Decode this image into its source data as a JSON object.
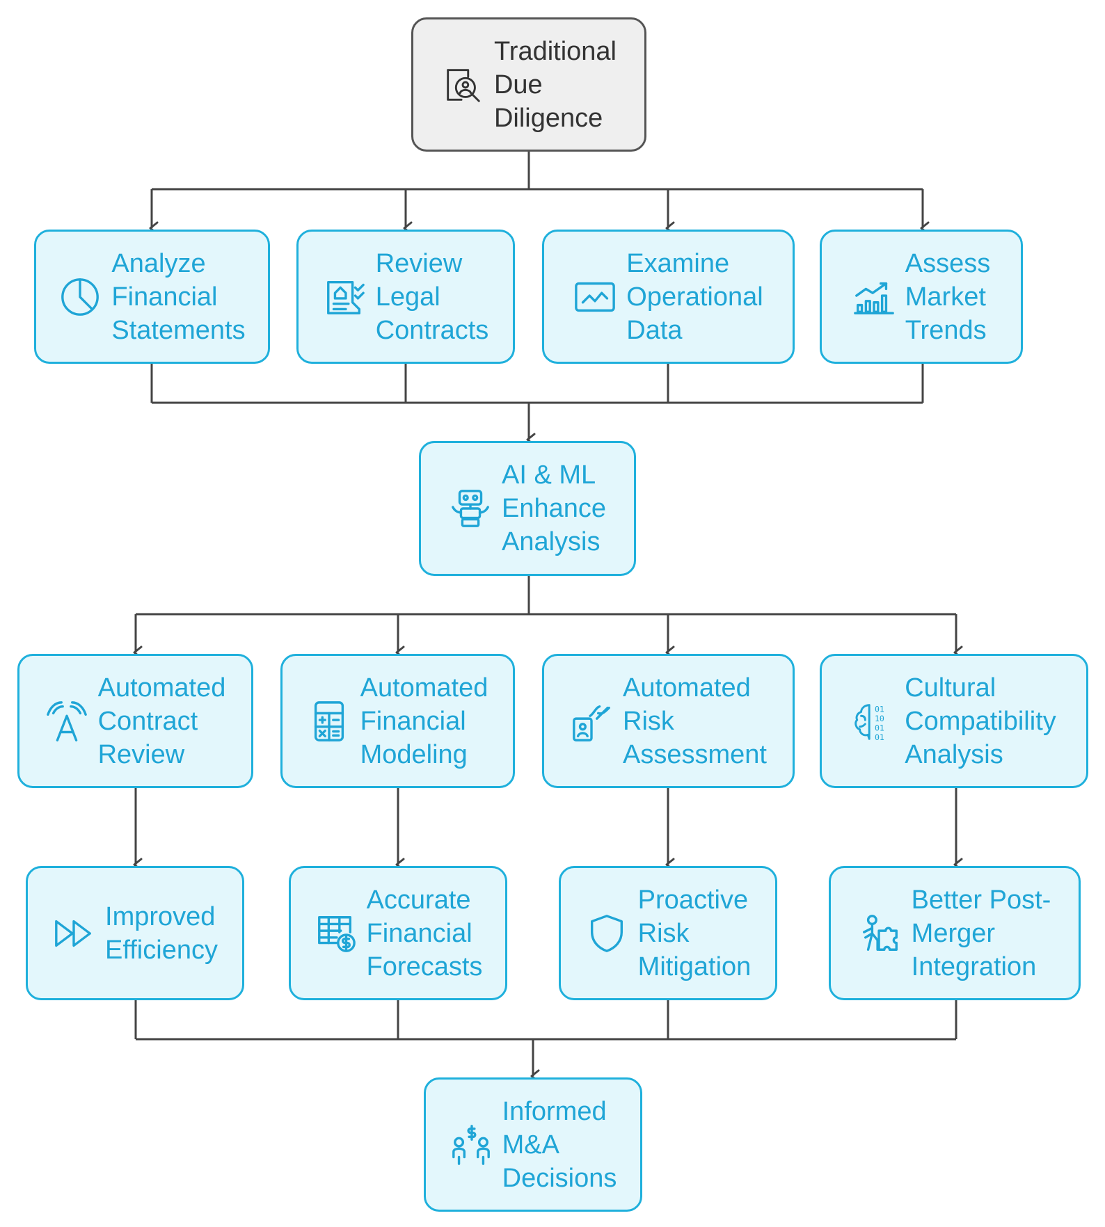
{
  "colors": {
    "accent": "#1fb0dc",
    "accent_text": "#1fa5d6",
    "node_fill": "#e3f7fc",
    "root_fill": "#efefef",
    "root_stroke": "#555555",
    "connector": "#444444"
  },
  "nodes": {
    "root": {
      "label": "Traditional\nDue\nDiligence",
      "icon": "magnifier-person-icon"
    },
    "analyze": {
      "label": "Analyze\nFinancial\nStatements",
      "icon": "pie-chart-icon"
    },
    "review": {
      "label": "Review\nLegal\nContracts",
      "icon": "contract-checklist-icon"
    },
    "examine": {
      "label": "Examine\nOperational\nData",
      "icon": "line-chart-icon"
    },
    "assess": {
      "label": "Assess\nMarket\nTrends",
      "icon": "bar-chart-trend-icon"
    },
    "ai": {
      "label": "AI & ML\nEnhance\nAnalysis",
      "icon": "robot-icon"
    },
    "auto_contract": {
      "label": "Automated\nContract\nReview",
      "icon": "signal-letter-icon"
    },
    "auto_fin": {
      "label": "Automated\nFinancial\nModeling",
      "icon": "calculator-icon"
    },
    "auto_risk": {
      "label": "Automated\nRisk\nAssessment",
      "icon": "id-card-signature-icon"
    },
    "cultural": {
      "label": "Cultural\nCompatibility\nAnalysis",
      "icon": "brain-binary-icon"
    },
    "efficiency": {
      "label": "Improved\nEfficiency",
      "icon": "fast-forward-icon"
    },
    "forecasts": {
      "label": "Accurate\nFinancial\nForecasts",
      "icon": "spreadsheet-dollar-icon"
    },
    "mitigation": {
      "label": "Proactive\nRisk\nMitigation",
      "icon": "shield-icon"
    },
    "integration": {
      "label": "Better Post-\nMerger\nIntegration",
      "icon": "person-puzzle-icon"
    },
    "decisions": {
      "label": "Informed\nM&A\nDecisions",
      "icon": "people-dollar-icon"
    }
  }
}
